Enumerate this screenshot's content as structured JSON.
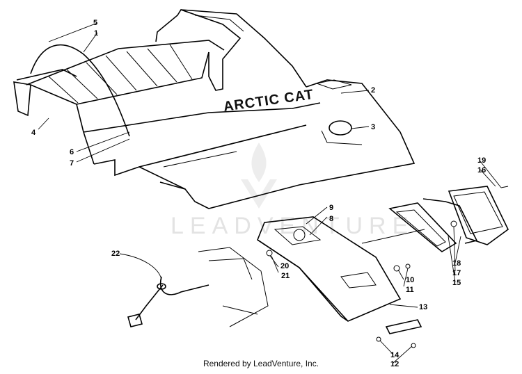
{
  "diagram": {
    "brand_text": "ARCTIC CAT",
    "watermark": "LEADVENTURE",
    "callouts": [
      {
        "id": "c1",
        "text": "1"
      },
      {
        "id": "c2",
        "text": "2"
      },
      {
        "id": "c3",
        "text": "3"
      },
      {
        "id": "c4",
        "text": "4"
      },
      {
        "id": "c5",
        "text": "5"
      },
      {
        "id": "c6",
        "text": "6"
      },
      {
        "id": "c7",
        "text": "7"
      },
      {
        "id": "c8",
        "text": "8"
      },
      {
        "id": "c9",
        "text": "9"
      },
      {
        "id": "c10",
        "text": "10"
      },
      {
        "id": "c11",
        "text": "11"
      },
      {
        "id": "c12",
        "text": "12"
      },
      {
        "id": "c13",
        "text": "13"
      },
      {
        "id": "c14",
        "text": "14"
      },
      {
        "id": "c15",
        "text": "15"
      },
      {
        "id": "c16",
        "text": "16"
      },
      {
        "id": "c17",
        "text": "17"
      },
      {
        "id": "c18",
        "text": "18"
      },
      {
        "id": "c19",
        "text": "19"
      },
      {
        "id": "c20",
        "text": "20"
      },
      {
        "id": "c21",
        "text": "21"
      },
      {
        "id": "c22",
        "text": "22"
      }
    ]
  },
  "footer": {
    "text": "Rendered by LeadVenture, Inc."
  }
}
